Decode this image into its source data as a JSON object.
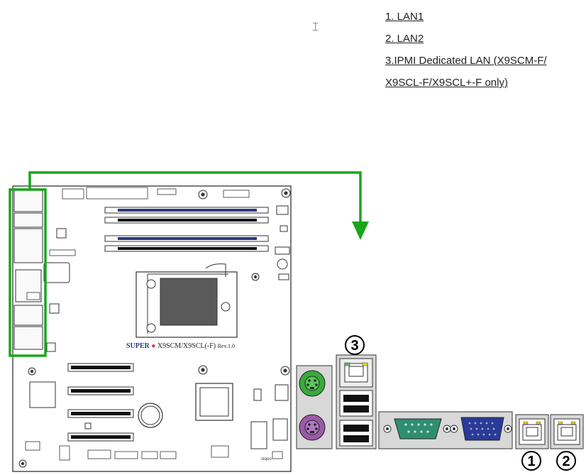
{
  "legend": {
    "items": [
      "1. LAN1",
      "2. LAN2",
      "3.IPMI Dedicated LAN (X9SCM-F/",
      "X9SCL-F/X9SCL+-F only)"
    ]
  },
  "board": {
    "brand": "SUPER",
    "model": "X9SCM/X9SCL(-F)",
    "revision": "Rev.1.0",
    "footer_mark": "stqoo"
  },
  "callouts": {
    "lan1": "1",
    "lan2": "2",
    "ipmi": "3"
  },
  "colors": {
    "arrow": "#1aa51a",
    "ps2_mouse": "#3aaa3a",
    "ps2_keyboard": "#9a5aa8",
    "com_port": "#2e8f70",
    "vga_port": "#2a3a9a",
    "panel_gray": "#d8d8d8",
    "lan_led_yellow": "#e8d820",
    "lan_led_green": "#4fc84f"
  }
}
